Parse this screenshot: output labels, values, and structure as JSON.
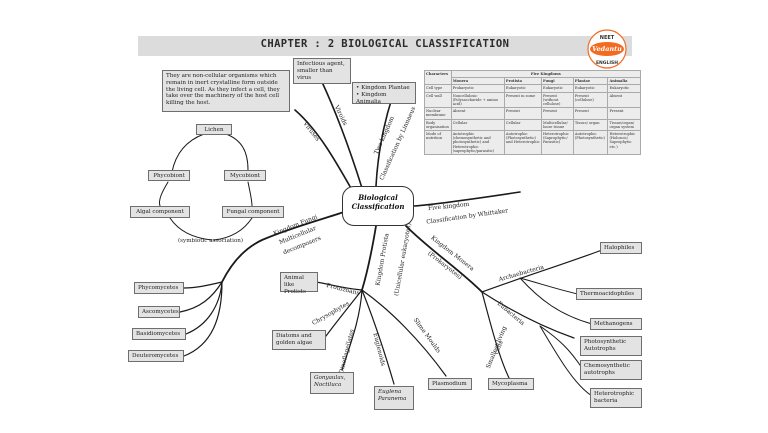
{
  "header": {
    "title": "CHAPTER : 2 BIOLOGICAL CLASSIFICATION"
  },
  "logo": {
    "top": "NEET",
    "brand": "Vedantu",
    "bottom": "ENGLISH",
    "accent": "#f26b21"
  },
  "center": {
    "line1": "Biological",
    "line2": "Classification"
  },
  "virus_note": "They are non-cellular organisms which remain in inert crystalline form outside the living cell. As they infect a cell, they take over the machinery of the host cell killing the host.",
  "infectious_note": "Infectious agent, smaller than virus",
  "kingdoms_note": [
    "• Kingdom Plantae",
    "• Kingdom Animalia"
  ],
  "branches": {
    "viruses": "Viruses",
    "viroids": "Viroids",
    "two_kingdom": "Two kingdom",
    "linnaeus": "Classification by Linnaeus",
    "five_kingdom": "Five kingdom",
    "whittaker": "Classification by Whittaker",
    "fungi": "Kingdom Fungi",
    "multicellular": "Multicellular",
    "decomposers": "decomposers",
    "protista": "Kingdom Protista",
    "unicellular": "(Unicellular eukaryotes)",
    "monera": "Kingdom Monera",
    "prokaryotes": "(Prokaryotes)",
    "protozoans": "Protozoans",
    "chrysophytes": "Chrysophytes",
    "dinoflagellates": "Dinoflagellates",
    "euglenoids": "Euglenoids",
    "slime_moulds": "Slime Moulds",
    "archaebacteria": "Archaebacteria",
    "eubacteria": "Eubacteria",
    "smallest": "Smallest living",
    "cells": "cells"
  },
  "lichen": {
    "lichen": "Lichen",
    "phycobiont": "Phycobiont",
    "mycobiont": "Mycobiont",
    "algal": "Algal component",
    "fungal": "Fungal component",
    "symbiotic": "(symbiotic association)"
  },
  "fungi_classes": [
    "Phycomycetes",
    "Ascomycetes",
    "Basidiomycetes",
    "Deuteromycetes"
  ],
  "protista_boxes": {
    "animal_like": "Animal like Protists",
    "diatoms": "Diatoms and golden algae",
    "gonyaulax": "Gonyaulax, Noctiluca",
    "euglena": "Euglena Paranema",
    "plasmodium": "Plasmodium"
  },
  "monera_boxes": {
    "halophiles": "Halophiles",
    "thermoacidophiles": "Thermoacidophiles",
    "methanogens": "Methanogens",
    "photosynthetic": "Photosynthetic Autotrophs",
    "chemosynthetic": "Chemosynthetic autotrophs",
    "heterotrophic": "Heterotrophic bacteria",
    "mycoplasma": "Mycoplasma"
  },
  "table": {
    "title": "Five Kingdoms",
    "columns": [
      "Characters",
      "Monera",
      "Protista",
      "Fungi",
      "Plantae",
      "Animalia"
    ],
    "rows": [
      [
        "Cell type",
        "Prokaryotic",
        "Eukaryotic",
        "Eukaryotic",
        "Eukaryotic",
        "Eukaryotic"
      ],
      [
        "Cell wall",
        "Noncellulosic (Polysaccharide + amino acid)",
        "Present in some",
        "Present (without cellulose)",
        "Present (cellulose)",
        "Absent"
      ],
      [
        "Nuclear membrane",
        "Absent",
        "Present",
        "Present",
        "Present",
        "Present"
      ],
      [
        "Body organisation",
        "Cellular",
        "Cellular",
        "Multicellular/ loose tissue",
        "Tissue/ organ",
        "Tissue/organ/ organ system"
      ],
      [
        "Mode of nutrition",
        "Autotrophic (chemosynthetic and photosynthetic) and Heterotrophic (saprophytic/parasitic)",
        "Autotrophic (Photosynthetic) and Heterotrophic",
        "Heterotrophic (Saprophytic/ Parasitic)",
        "Autotrophic (Photosynthetic)",
        "Heterotrophic (Holozoic/ Saprophytic etc.)"
      ]
    ]
  }
}
